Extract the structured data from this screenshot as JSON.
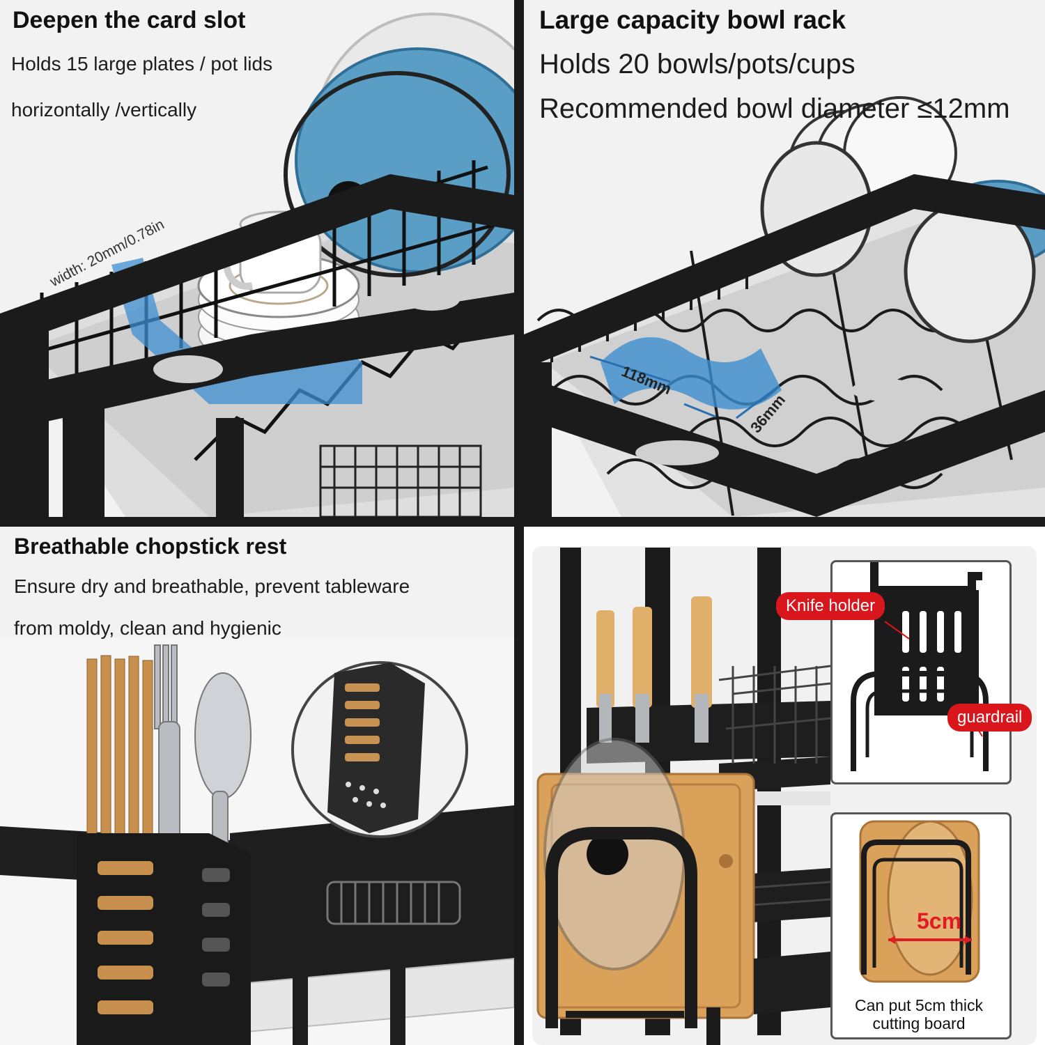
{
  "panels": {
    "card_slot": {
      "title": "Deepen the card slot",
      "line1": "Holds 15 large plates / pot lids",
      "line2": "horizontally /vertically",
      "width_label": "width: 20mm/0.78in"
    },
    "bowl_rack": {
      "title": "Large capacity bowl rack",
      "line1": "Holds 20 bowls/pots/cups",
      "line2": "Recommended bowl diameter ≤12mm",
      "dim_length": "118mm",
      "dim_width": "36mm"
    },
    "chopstick_rest": {
      "title": "Breathable chopstick rest",
      "line1": "Ensure dry and breathable, prevent tableware",
      "line2": "from moldy, clean and hygienic"
    },
    "accessories": {
      "knife_label": "Knife holder",
      "guardrail_label": "guardrail",
      "thickness": "5cm",
      "caption_line1": "Can put 5cm thick",
      "caption_line2": "cutting board"
    }
  },
  "colors": {
    "rack_black": "#1b1b1b",
    "highlight_blue": "#3d8fd0",
    "label_red": "#d9161c",
    "bamboo": "#d9a15a"
  }
}
